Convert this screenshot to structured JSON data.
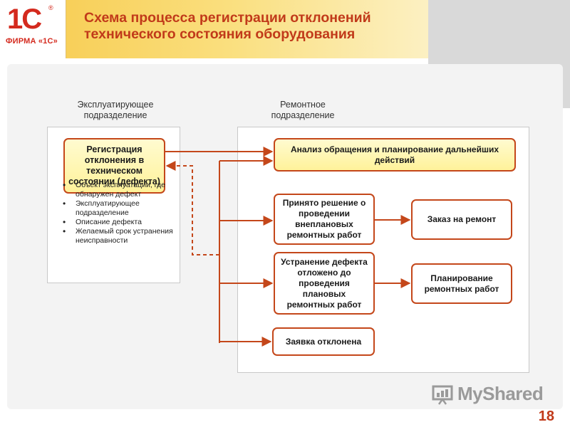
{
  "header": {
    "logo_mark": "1С",
    "logo_reg": "®",
    "logo_text": "ФИРМА «1С»",
    "title": "Схема процесса регистрации отклонений технического состояния оборудования"
  },
  "columns": {
    "left_label": "Эксплуатирующее подразделение",
    "right_label": "Ремонтное подразделение"
  },
  "nodes": {
    "registration": "Регистрация отклонения в техническом состоянии (дефекта)",
    "analysis": "Анализ обращения и планирование дальнейших действий",
    "unplanned_decision": "Принято решение о проведении внеплановых ремонтных работ",
    "repair_order": "Заказ на ремонт",
    "postponed": "Устранение дефекта отложено до проведения плановых ремонтных работ",
    "planning": "Планирование ремонтных работ",
    "rejected": "Заявка отклонена"
  },
  "registration_fields": [
    "Объект эксплуатации, где обнаружен дефект",
    "Эксплуатирующее подразделение",
    "Описание дефекта",
    "Желаемый срок устранения неисправности"
  ],
  "watermark": {
    "text": "MyShared",
    "icon": "presentation-board-icon"
  },
  "page_number": "18",
  "colors": {
    "accent": "#c4471a",
    "title": "#c13a1a",
    "node_fill": "#fff29a",
    "header_gold": "#f7c94a"
  }
}
